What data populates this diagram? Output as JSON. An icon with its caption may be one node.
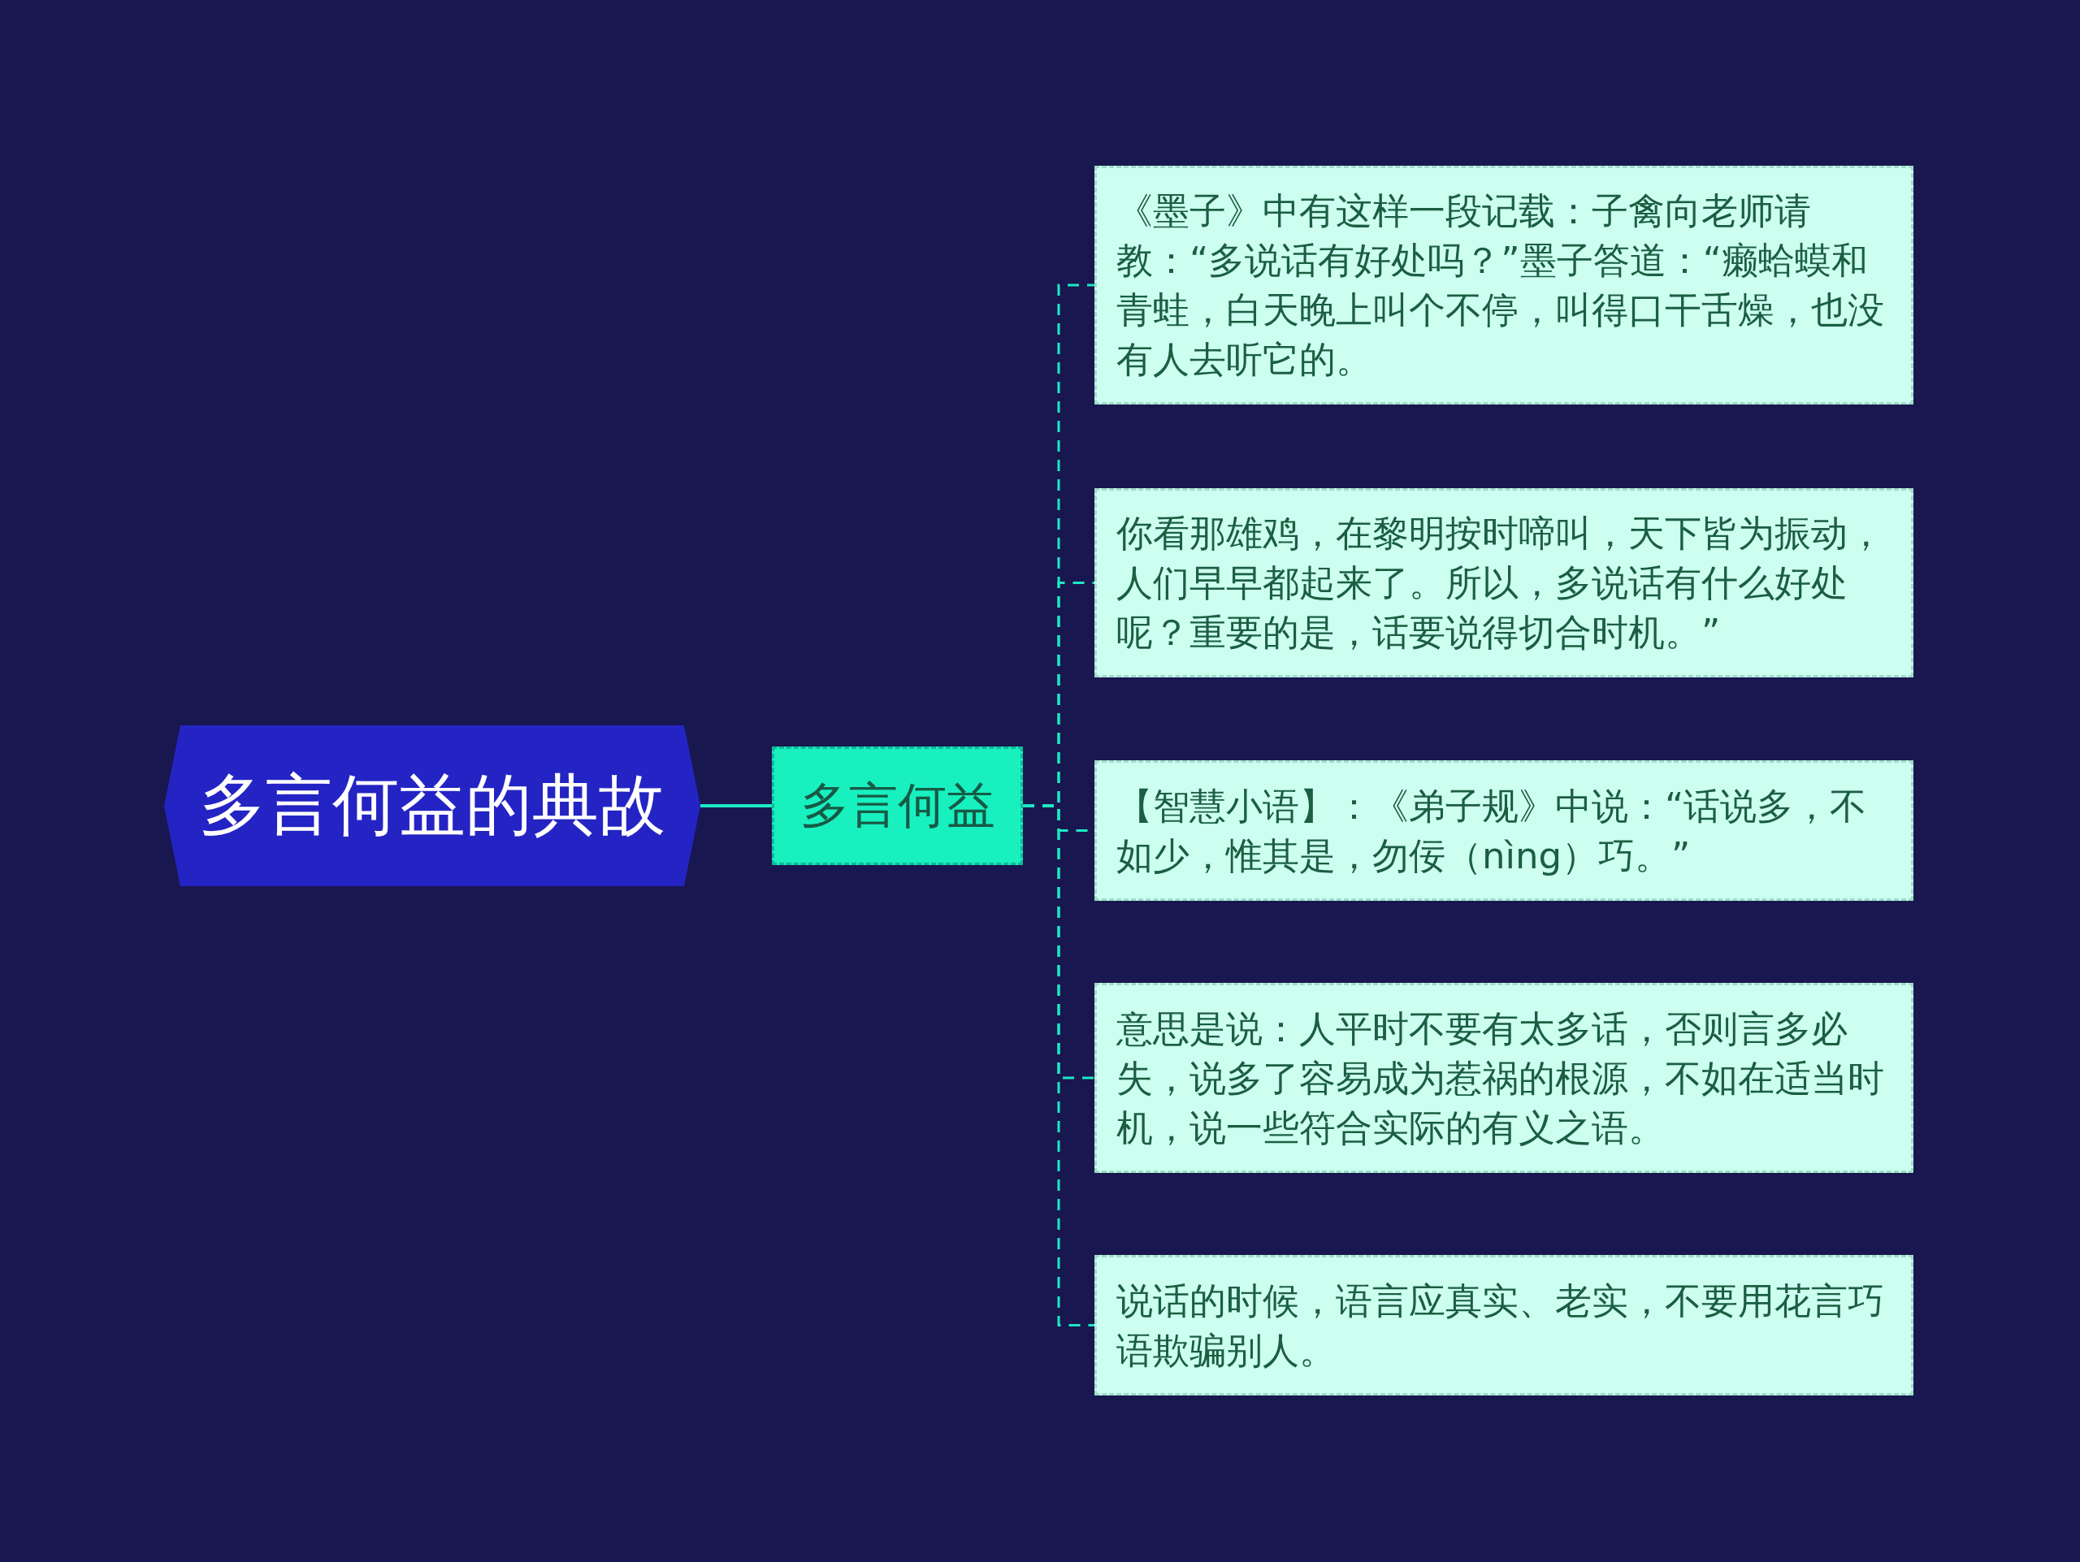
{
  "diagram": {
    "nodes": [
      {
        "text": [
          "多言何益的典故"
        ]
      },
      {
        "text": [
          "多言何益"
        ]
      },
      {
        "text": [
          "《墨子》中有这样一段记载：子禽向老师请教：“多说话有好处吗？”墨子答道：“癞蛤蟆和青蛙，白天晚上叫个不停，叫得口干舌燥，也没有人去听它的。"
        ]
      },
      {
        "text": [
          "你看那雄鸡，在黎明按时啼叫，天下皆为振动，人们早早都起来了。所以，多说话有什么好处呢？重要的是，话要说得切合时机。”"
        ]
      },
      {
        "text": [
          "【智慧小语】：《弟子规》中说：“话说多，不如少，惟其是，勿佞（nìng）巧。”"
        ]
      },
      {
        "text": [
          "意思是说：人平时不要有太多话，否则言多必失，说多了容易成为惹祸的根源，不如在适当时机，说一些符合实际的有义之语。"
        ]
      },
      {
        "text": [
          "说话的时候，语言应真实、老实，不要用花言巧语欺骗别人。"
        ]
      }
    ],
    "edges": [
      {
        "from": 0,
        "to": 1,
        "arrow": "none"
      },
      {
        "from": 1,
        "to": 2,
        "arrow": "none",
        "style": "dashed"
      },
      {
        "from": 1,
        "to": 3,
        "arrow": "none",
        "style": "dashed"
      },
      {
        "from": 1,
        "to": 4,
        "arrow": "none",
        "style": "dashed"
      },
      {
        "from": 1,
        "to": 5,
        "arrow": "none",
        "style": "dashed"
      },
      {
        "from": 1,
        "to": 6,
        "arrow": "none",
        "style": "dashed"
      }
    ]
  }
}
